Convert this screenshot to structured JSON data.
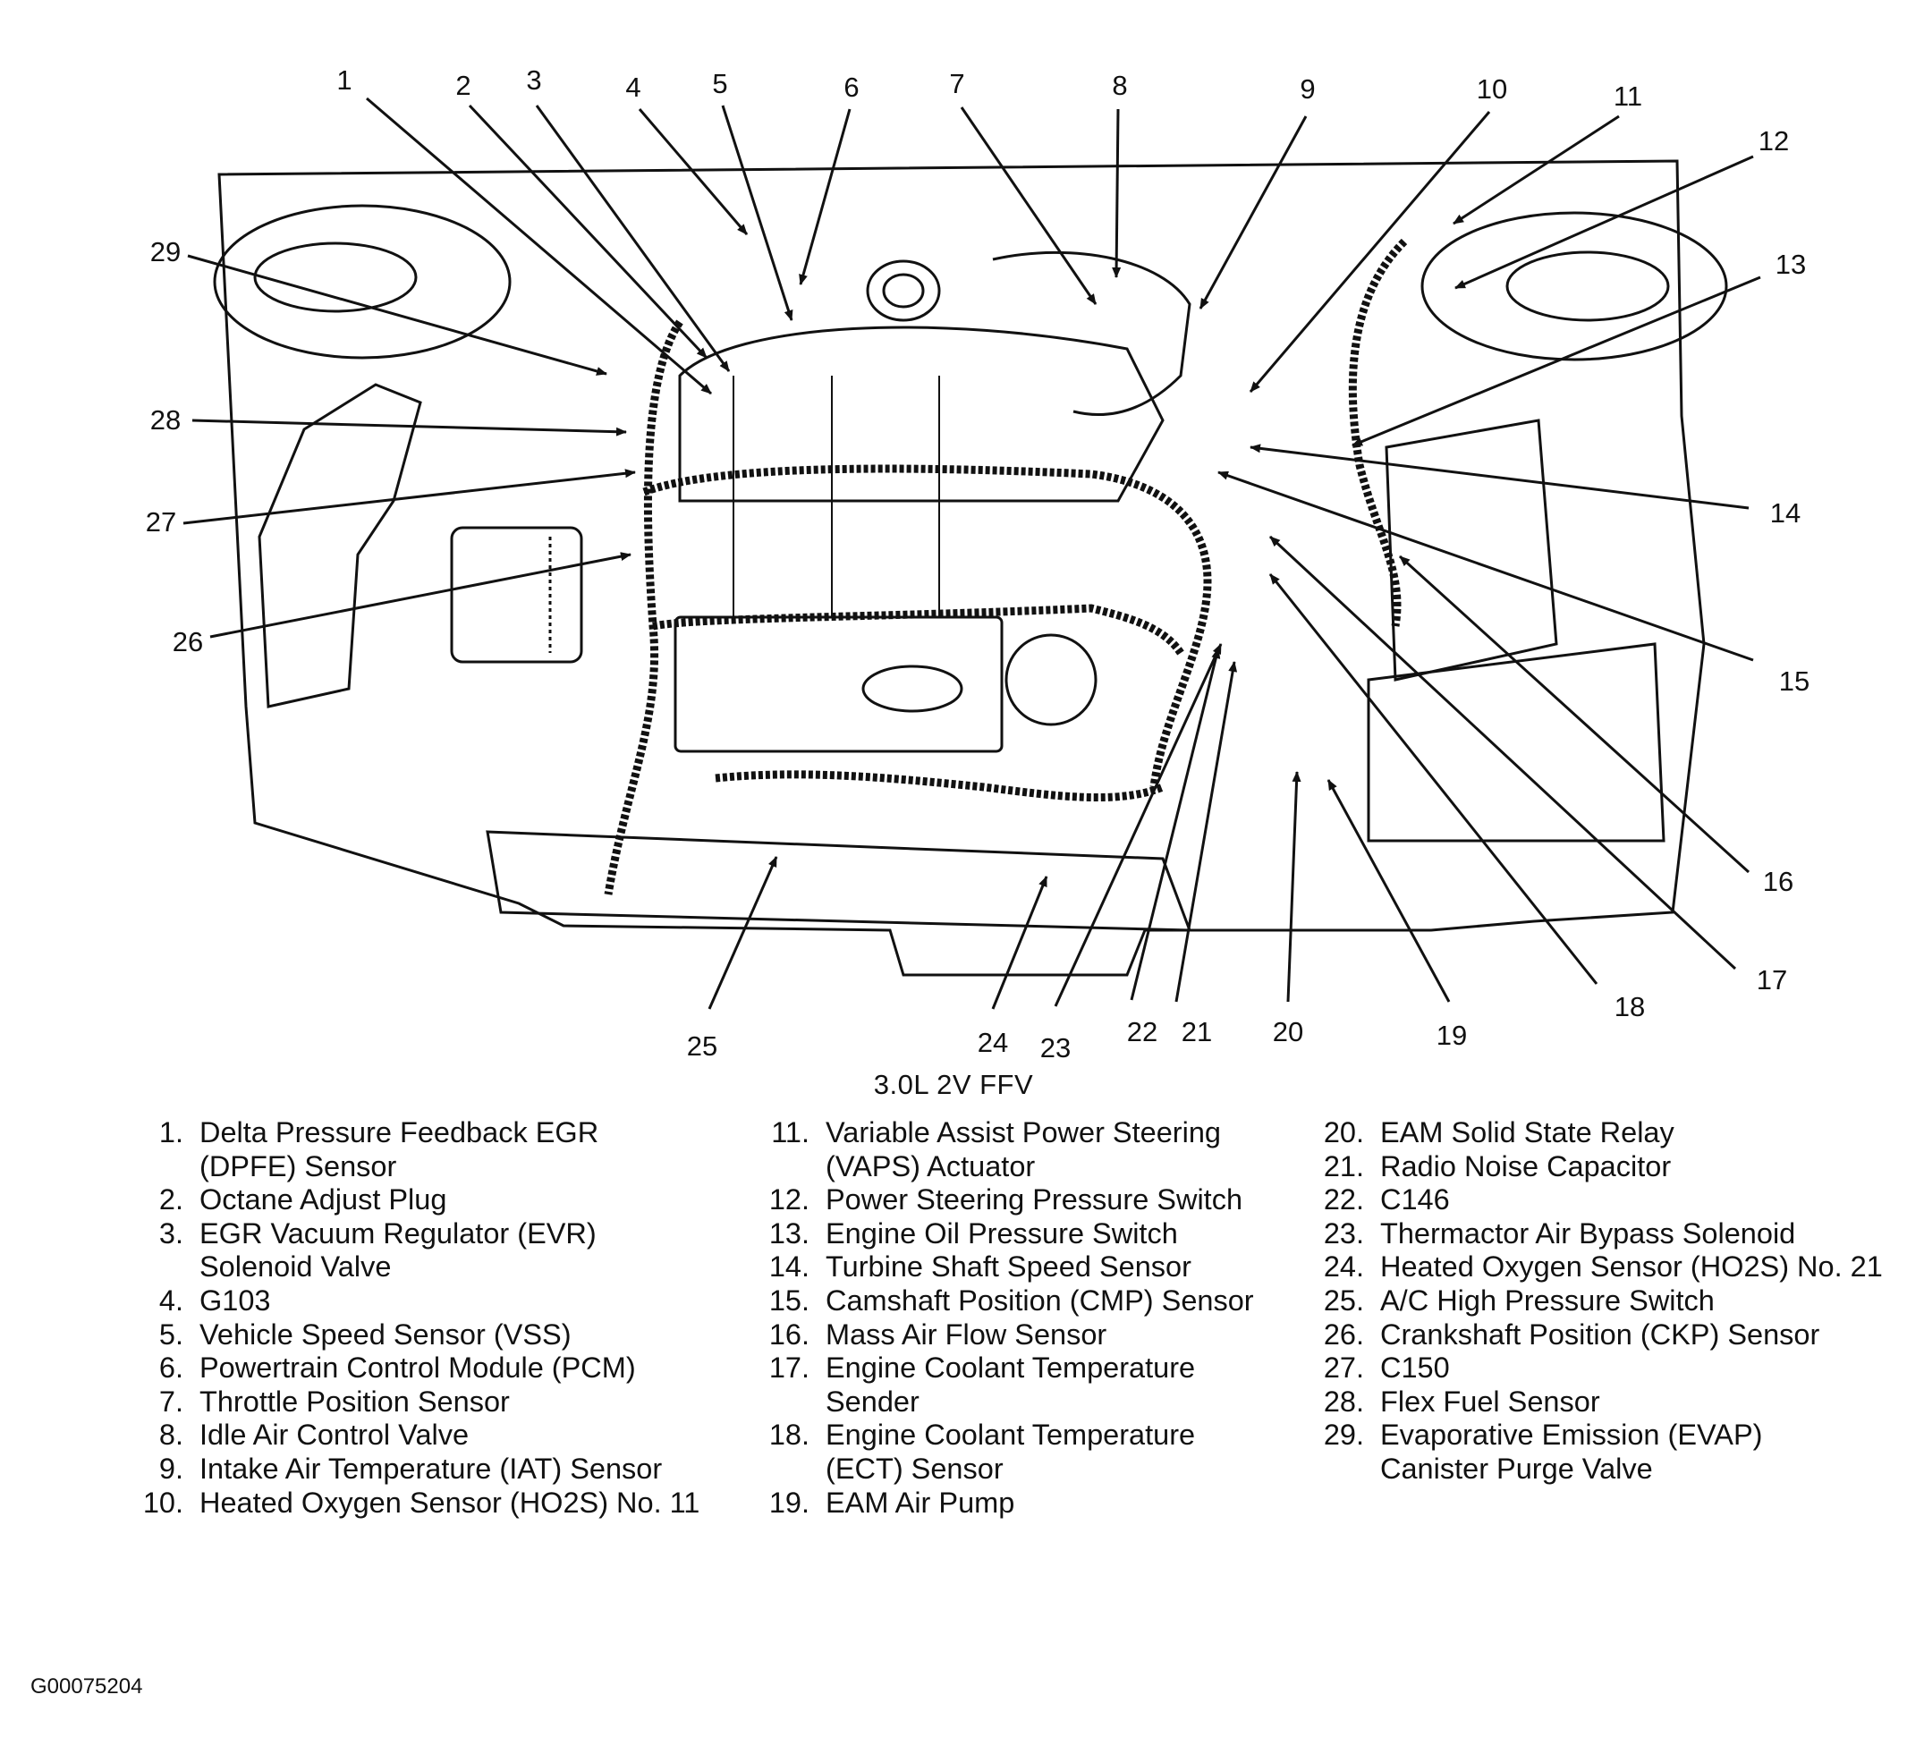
{
  "caption": "3.0L 2V FFV",
  "figure_id": "G00075204",
  "legend": [
    {
      "num": "1.",
      "text": "Delta Pressure Feedback EGR\n(DPFE) Sensor"
    },
    {
      "num": "2.",
      "text": "Octane Adjust Plug"
    },
    {
      "num": "3.",
      "text": "EGR Vacuum Regulator (EVR)\nSolenoid Valve"
    },
    {
      "num": "4.",
      "text": "G103"
    },
    {
      "num": "5.",
      "text": "Vehicle Speed Sensor (VSS)"
    },
    {
      "num": "6.",
      "text": "Powertrain Control Module (PCM)"
    },
    {
      "num": "7.",
      "text": "Throttle Position Sensor"
    },
    {
      "num": "8.",
      "text": "Idle Air Control Valve"
    },
    {
      "num": "9.",
      "text": "Intake Air Temperature (IAT) Sensor"
    },
    {
      "num": "10.",
      "text": "Heated Oxygen Sensor (HO2S) No. 11"
    },
    {
      "num": "11.",
      "text": "Variable Assist Power Steering\n(VAPS) Actuator"
    },
    {
      "num": "12.",
      "text": "Power Steering Pressure Switch"
    },
    {
      "num": "13.",
      "text": "Engine Oil Pressure Switch"
    },
    {
      "num": "14.",
      "text": "Turbine Shaft Speed Sensor"
    },
    {
      "num": "15.",
      "text": "Camshaft Position (CMP) Sensor"
    },
    {
      "num": "16.",
      "text": "Mass Air Flow Sensor"
    },
    {
      "num": "17.",
      "text": "Engine Coolant Temperature\nSender"
    },
    {
      "num": "18.",
      "text": "Engine Coolant Temperature\n(ECT) Sensor"
    },
    {
      "num": "19.",
      "text": "EAM Air Pump"
    },
    {
      "num": "20.",
      "text": "EAM Solid State Relay"
    },
    {
      "num": "21.",
      "text": "Radio Noise Capacitor"
    },
    {
      "num": "22.",
      "text": "C146"
    },
    {
      "num": "23.",
      "text": "Thermactor Air Bypass Solenoid"
    },
    {
      "num": "24.",
      "text": "Heated Oxygen Sensor (HO2S) No. 21"
    },
    {
      "num": "25.",
      "text": "A/C High Pressure Switch"
    },
    {
      "num": "26.",
      "text": "Crankshaft Position (CKP) Sensor"
    },
    {
      "num": "27.",
      "text": "C150"
    },
    {
      "num": "28.",
      "text": "Flex Fuel Sensor"
    },
    {
      "num": "29.",
      "text": "Evaporative Emission (EVAP)\nCanister Purge Valve"
    }
  ],
  "callouts": [
    "1",
    "2",
    "3",
    "4",
    "5",
    "6",
    "7",
    "8",
    "9",
    "10",
    "11",
    "12",
    "13",
    "14",
    "15",
    "16",
    "17",
    "18",
    "19",
    "20",
    "21",
    "22",
    "23",
    "24",
    "25",
    "26",
    "27",
    "28",
    "29"
  ]
}
